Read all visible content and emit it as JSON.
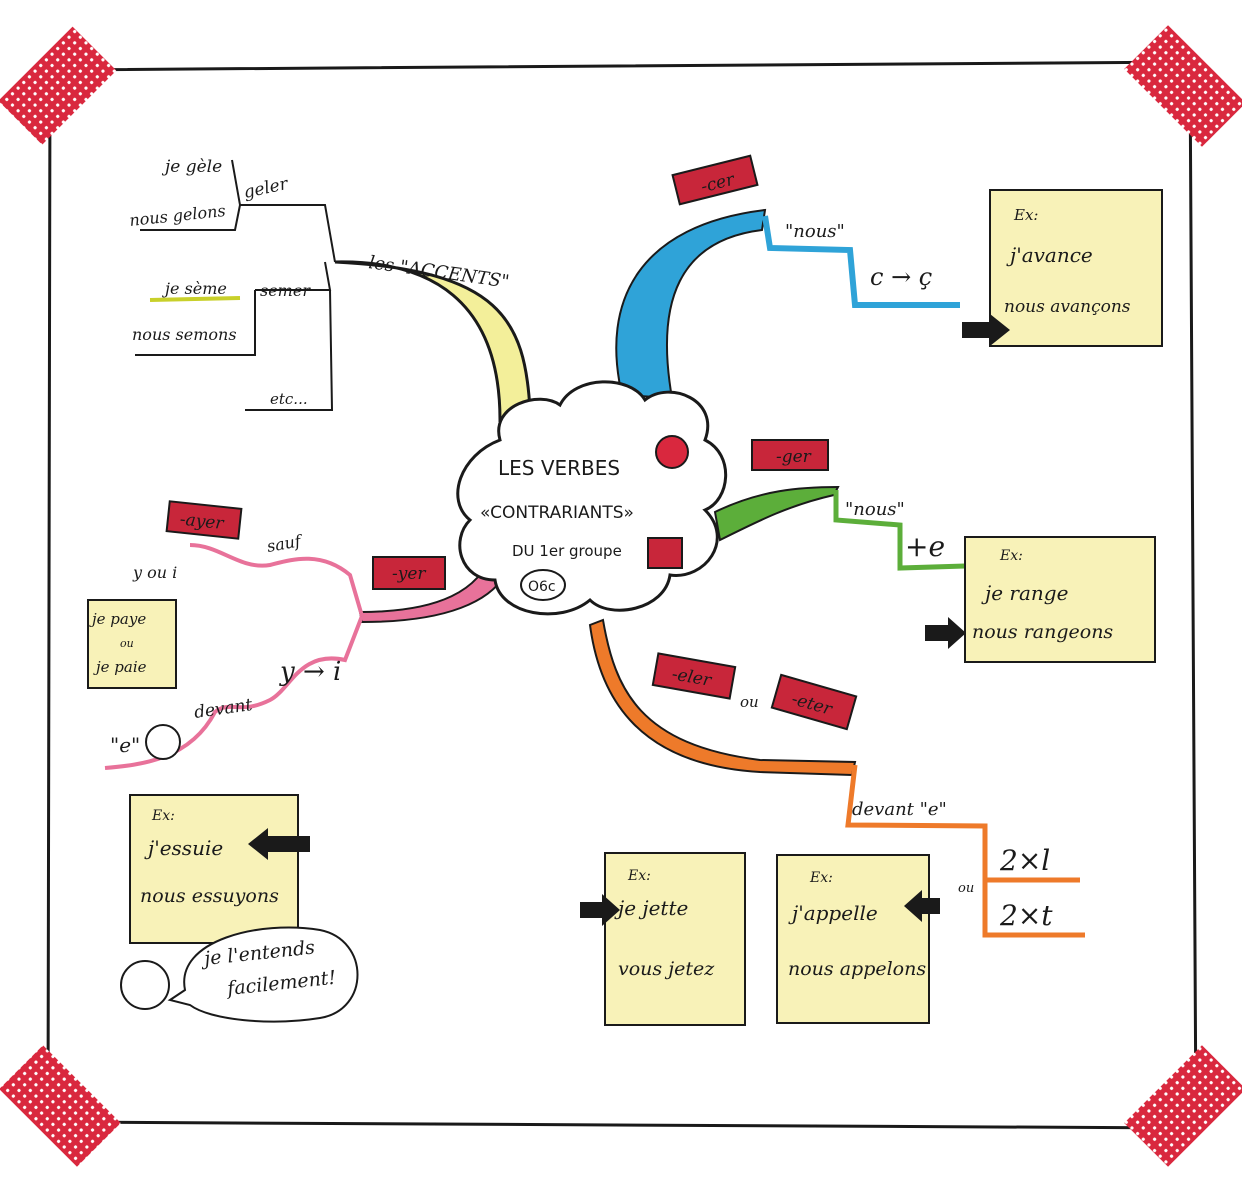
{
  "colors": {
    "paper": "#ffffff",
    "ink": "#1a1a1a",
    "tape_red": "#d9283e",
    "tag_red": "#c8263a",
    "note_yellow": "#f8f2b8",
    "branch_blue": "#2fa3d8",
    "branch_green": "#5cae3a",
    "branch_orange": "#ee7a2a",
    "branch_pink": "#e8729a",
    "branch_yellow": "#f3ef9a"
  },
  "center": {
    "line1": "LES VERBES",
    "line2": "«CONTRARIANTS»",
    "line3": "DU 1er groupe",
    "badge": "O6c"
  },
  "accents": {
    "title": "les \"ACCENTS\"",
    "geler": "geler",
    "je_gele": "je gèle",
    "nous_gelons": "nous gelons",
    "semer": "semer",
    "je_seme": "je sème",
    "nous_semons": "nous semons",
    "etc": "etc..."
  },
  "cer": {
    "tag": "-cer",
    "nous": "\"nous\"",
    "rule": "c → ç",
    "ex_label": "Ex:",
    "ex1": "j'avance",
    "ex2": "nous avançons"
  },
  "ger": {
    "tag": "-ger",
    "nous": "\"nous\"",
    "rule": "+e",
    "ex_label": "Ex:",
    "ex1": "je range",
    "ex2": "nous rangeons"
  },
  "yer": {
    "tag": "-yer",
    "ayer_tag": "-ayer",
    "sauf": "sauf",
    "y_ou_i": "y ou i",
    "pay1": "je paye",
    "pay_ou": "ou",
    "pay2": "je paie",
    "rule": "y → i",
    "devant": "devant",
    "e": "\"e\"",
    "ex_label": "Ex:",
    "ex1": "j'essuie",
    "ex2": "nous essuyons",
    "bubble1": "je l'entends",
    "bubble2": "facilement!"
  },
  "eler": {
    "tag1": "-eler",
    "ou": "ou",
    "tag2": "-eter",
    "devant": "devant \"e\"",
    "rule1": "2×l",
    "rule_ou": "ou",
    "rule2": "2×t",
    "ex_a_label": "Ex:",
    "ex_a1": "je jette",
    "ex_a2": "vous jetez",
    "ex_b_label": "Ex:",
    "ex_b1": "j'appelle",
    "ex_b2": "nous appelons"
  }
}
